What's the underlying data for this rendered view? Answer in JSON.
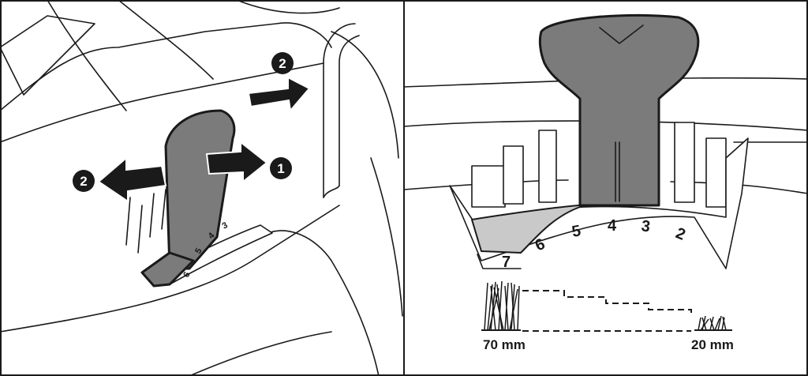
{
  "left_panel": {
    "step_badges": [
      "2",
      "2",
      "1"
    ],
    "dial_numbers": [
      "6",
      "5",
      "4",
      "3"
    ]
  },
  "right_panel": {
    "dial_numbers": [
      "7",
      "6",
      "5",
      "4",
      "3",
      "2"
    ],
    "height_range": {
      "max_label": "70 mm",
      "min_label": "20 mm"
    }
  },
  "colors": {
    "handle": "#7b7b7b",
    "handle_light": "#c9c9c9",
    "line": "#1a1a1a"
  }
}
